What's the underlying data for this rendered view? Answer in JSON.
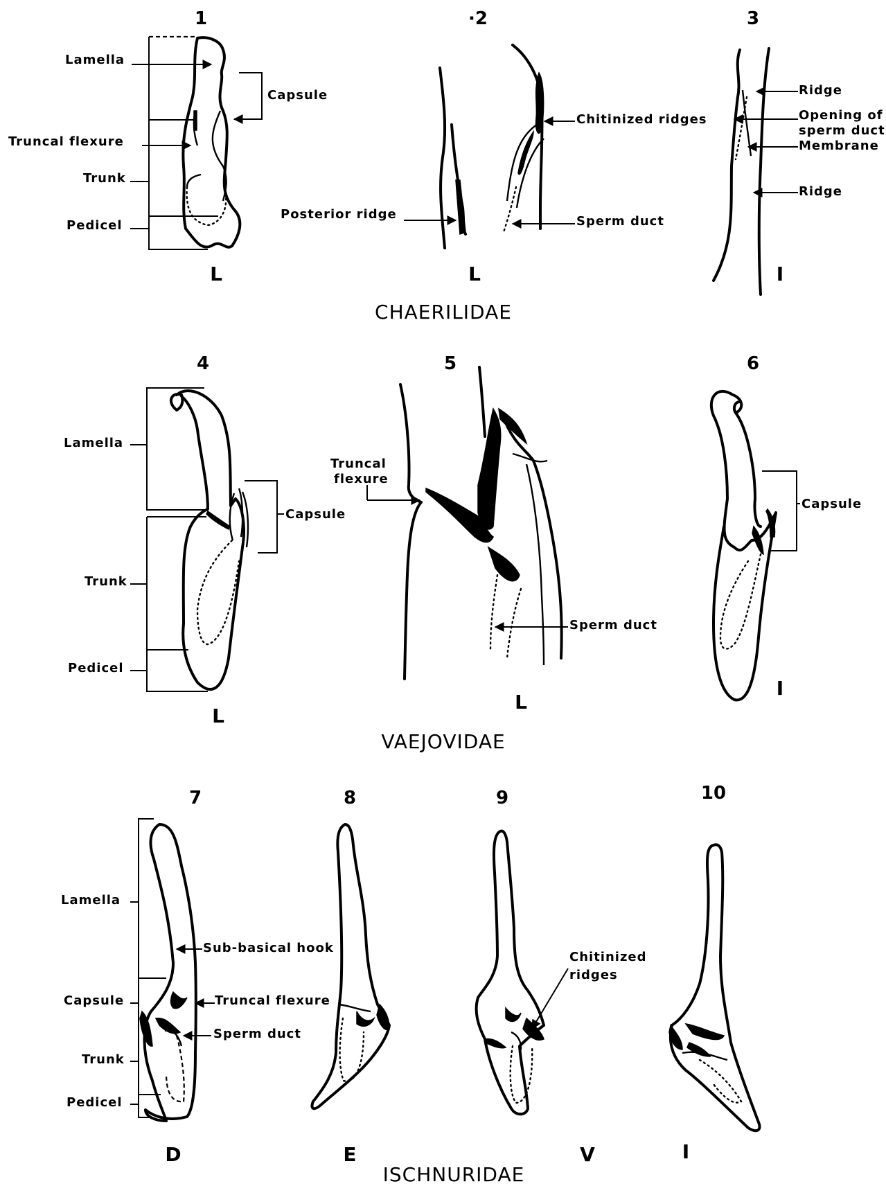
{
  "families": {
    "chaerilidae": "CHAERILIDAE",
    "vaejovidae": "VAEJOVIDAE",
    "ischnuridae": "ISCHNURIDAE"
  },
  "figures": [
    {
      "number": "1",
      "view": "L"
    },
    {
      "number": "·2",
      "view": "L"
    },
    {
      "number": "3",
      "view": "I"
    },
    {
      "number": "4",
      "view": "L"
    },
    {
      "number": "5",
      "view": "L"
    },
    {
      "number": "6",
      "view": "I"
    },
    {
      "number": "7",
      "view": "D"
    },
    {
      "number": "8",
      "view": "E"
    },
    {
      "number": "9",
      "view": "V"
    },
    {
      "number": "10",
      "view": "I"
    }
  ],
  "labels": {
    "fig1": {
      "lamella": "Lamella",
      "capsule": "Capsule",
      "truncal_flexure": "Truncal flexure",
      "trunk": "Trunk",
      "pedicel": "Pedicel"
    },
    "fig2": {
      "chitinized_ridges": "Chitinized ridges",
      "posterior_ridge": "Posterior ridge",
      "sperm_duct": "Sperm duct"
    },
    "fig3": {
      "ridge_upper": "Ridge",
      "opening_line1": "Opening of",
      "opening_line2": "sperm duct",
      "membrane": "Membrane",
      "ridge_lower": "Ridge"
    },
    "fig4": {
      "lamella": "Lamella",
      "capsule": "Capsule",
      "trunk": "Trunk",
      "pedicel": "Pedicel"
    },
    "fig5": {
      "truncal_line1": "Truncal",
      "truncal_line2": "flexure",
      "sperm_duct": "Sperm duct"
    },
    "fig6": {
      "capsule": "Capsule"
    },
    "fig7": {
      "lamella": "Lamella",
      "capsule": "Capsule",
      "trunk": "Trunk",
      "pedicel": "Pedicel",
      "sub_basical_hook": "Sub-basical hook",
      "truncal_flexure": "Truncal flexure",
      "sperm_duct": "Sperm duct"
    },
    "fig9": {
      "chitinized_line1": "Chitinized",
      "chitinized_line2": "ridges"
    }
  }
}
